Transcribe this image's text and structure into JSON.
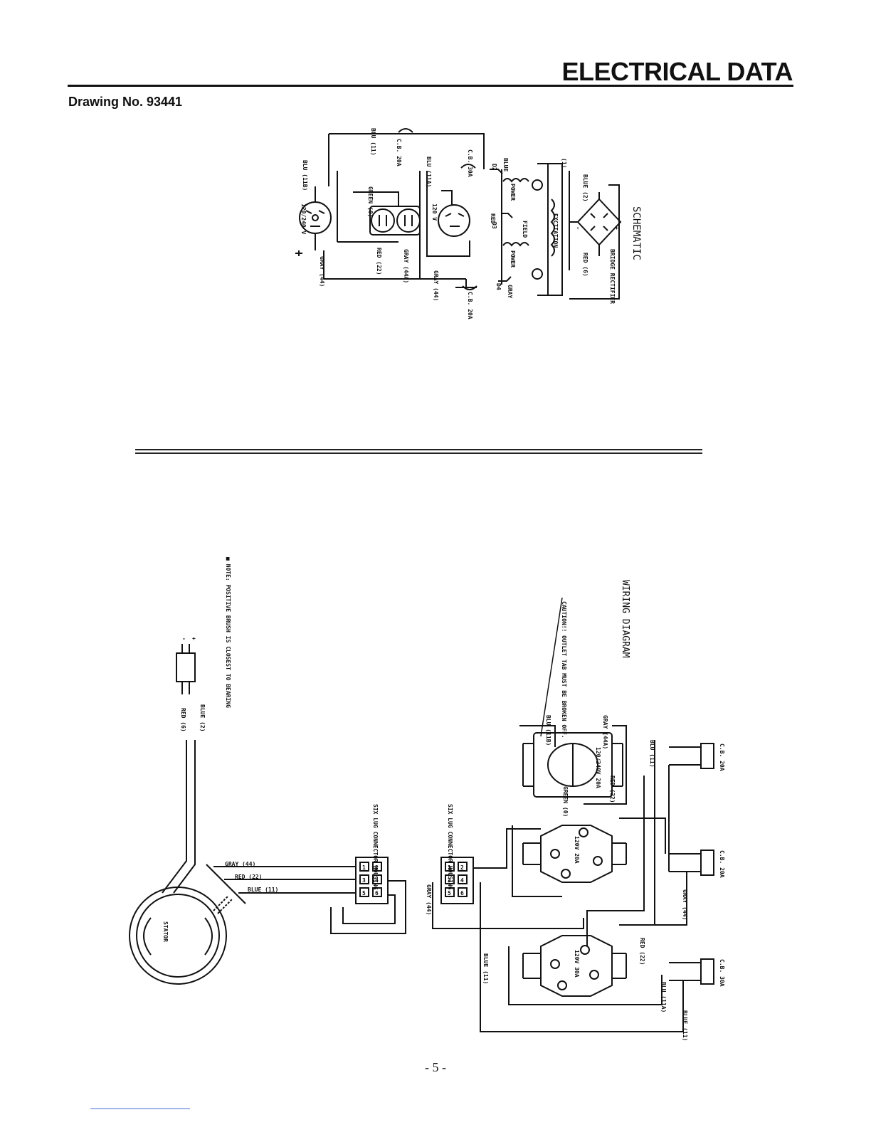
{
  "header": {
    "title": "ELECTRICAL DATA",
    "drawing_no": "Drawing No. 93441"
  },
  "schematic": {
    "title": "SCHEMATIC",
    "labels": {
      "bridge_rectifier": "BRIDGE RECTIFIER",
      "excitation": "EXCITATION",
      "field": "FIELD",
      "power_top": "POWER",
      "power_bottom": "POWER",
      "blue_2": "BLUE (2)",
      "red_6": "RED (6)",
      "d1": "(1)",
      "d2": "D2",
      "d3": "D3",
      "d4": "D4",
      "cb_top": "C.B. 20A",
      "cb_mid": "C.B. 30A",
      "cb_bottom": "C.B. 20A",
      "blue": "BLUE",
      "gray": "GRAY",
      "red": "RED",
      "blu_11": "BLU (11)",
      "blu_11b": "BLU (11B)",
      "blu_11a": "BLU (11A)",
      "red_22": "RED (22)",
      "gray_44": "GRAY (44)",
      "gray_44a": "GRAY (44A)",
      "gray_44b": "GRAY (44)",
      "green": "GREEN (0)",
      "v120_240": "120/240 V",
      "v120": "120 V",
      "plus": "+",
      "minus": "-"
    }
  },
  "wiring": {
    "title": "WIRING DIAGRAM",
    "caution": "CAUTION!! OUTLET TAB MUST BE BROKEN OFF.",
    "note": "■ NOTE: POSITIVE BRUSH IS CLOSEST TO BEARING",
    "six_lug_1": "SIX LUG CONNECTOR HOUSING",
    "six_lug_2": "SIX LUG CONNECTOR HOUSING",
    "stator": "STATOR",
    "gray_44": "GRAY (44)",
    "red_22": "RED (22)",
    "blue_11": "BLUE (11)",
    "blue_2": "BLUE (2)",
    "red_6": "RED (6)",
    "cb_20a_top": "C.B. 20A",
    "cb_20a_mid": "C.B. 20A",
    "cb_30a": "C.B. 30A",
    "outlet_120_240": "120/240V 20A",
    "outlet_120_20": "120V 20A",
    "outlet_120_30": "120V 30A",
    "gray_44a": "GRAY (44A)",
    "red_22b": "RED (22)",
    "blu_11b": "BLU (11B)",
    "blu_11": "BLU (11)",
    "blu_11a": "BLU (11A)",
    "green_0": "GREEN (0)",
    "gray_44b": "GRAY (44)",
    "red_22c": "RED (22)",
    "blue_11c": "BLUE (11)",
    "gray_44c": "GRAY (44)",
    "blue_11d": "BLUE (11)",
    "plus": "+",
    "minus": "-",
    "pin_labels": [
      "1",
      "2",
      "3",
      "4",
      "5",
      "6"
    ]
  },
  "footer": {
    "page_number": "- 5 -"
  }
}
